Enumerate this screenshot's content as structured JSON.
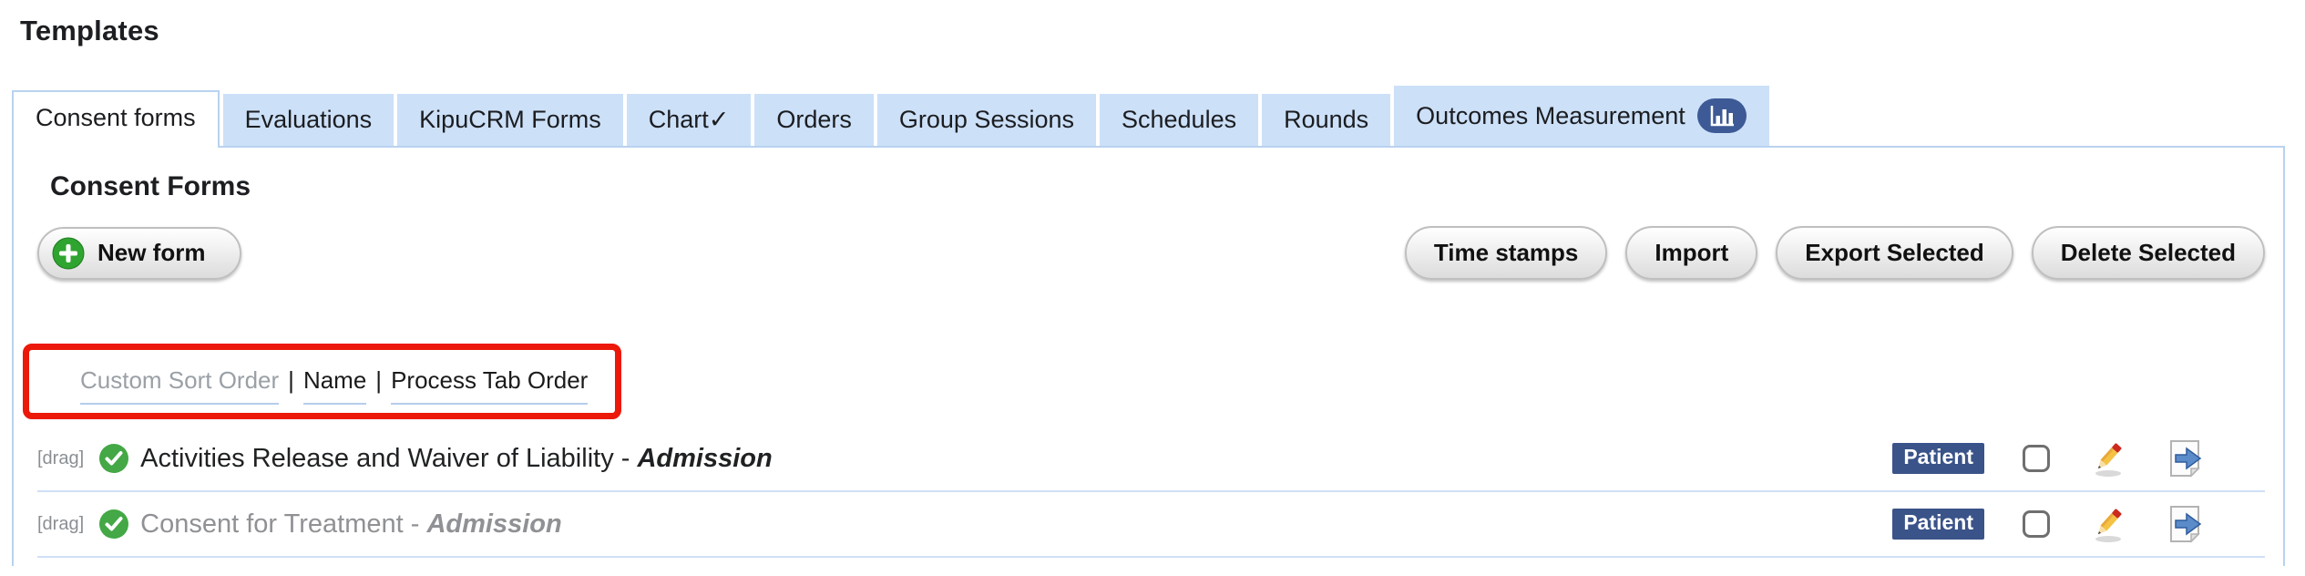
{
  "page": {
    "title": "Templates"
  },
  "tabs": [
    {
      "label": "Consent forms",
      "active": true
    },
    {
      "label": "Evaluations"
    },
    {
      "label": "KipuCRM Forms"
    },
    {
      "label": "Chart✓"
    },
    {
      "label": "Orders"
    },
    {
      "label": "Group Sessions"
    },
    {
      "label": "Schedules"
    },
    {
      "label": "Rounds"
    },
    {
      "label": "Outcomes Measurement",
      "badge_icon": "bar-chart"
    }
  ],
  "panel": {
    "heading": "Consent Forms",
    "new_form_label": "New form",
    "toolbar_buttons": [
      "Time stamps",
      "Import",
      "Export Selected",
      "Delete Selected"
    ],
    "sort": {
      "current": "Custom Sort Order",
      "separator": "|",
      "options": [
        "Name",
        "Process Tab Order"
      ]
    },
    "rows": [
      {
        "drag_label": "[drag]",
        "status_icon": "green-check",
        "title": "Activities Release and Waiver of Liability - ",
        "title_suffix": "Admission",
        "badge": "Patient",
        "muted": false
      },
      {
        "drag_label": "[drag]",
        "status_icon": "green-check",
        "title": "Consent for Treatment - ",
        "title_suffix": "Admission",
        "badge": "Patient",
        "muted": true
      }
    ]
  },
  "colors": {
    "tab_bg": "#cce0f8",
    "panel_border": "#b9d2f0",
    "row_sep": "#cfe0f5",
    "annotation_red": "#ec1809",
    "patient_badge": "#3a5389",
    "outcomes_badge": "#3d5a96",
    "green_check": "#43a845",
    "new_form_green": "#2fa430",
    "link_underline": "#b6cdeb",
    "muted": "#8f9194",
    "drag": "#8a8f94",
    "text": "#1c1e21"
  }
}
